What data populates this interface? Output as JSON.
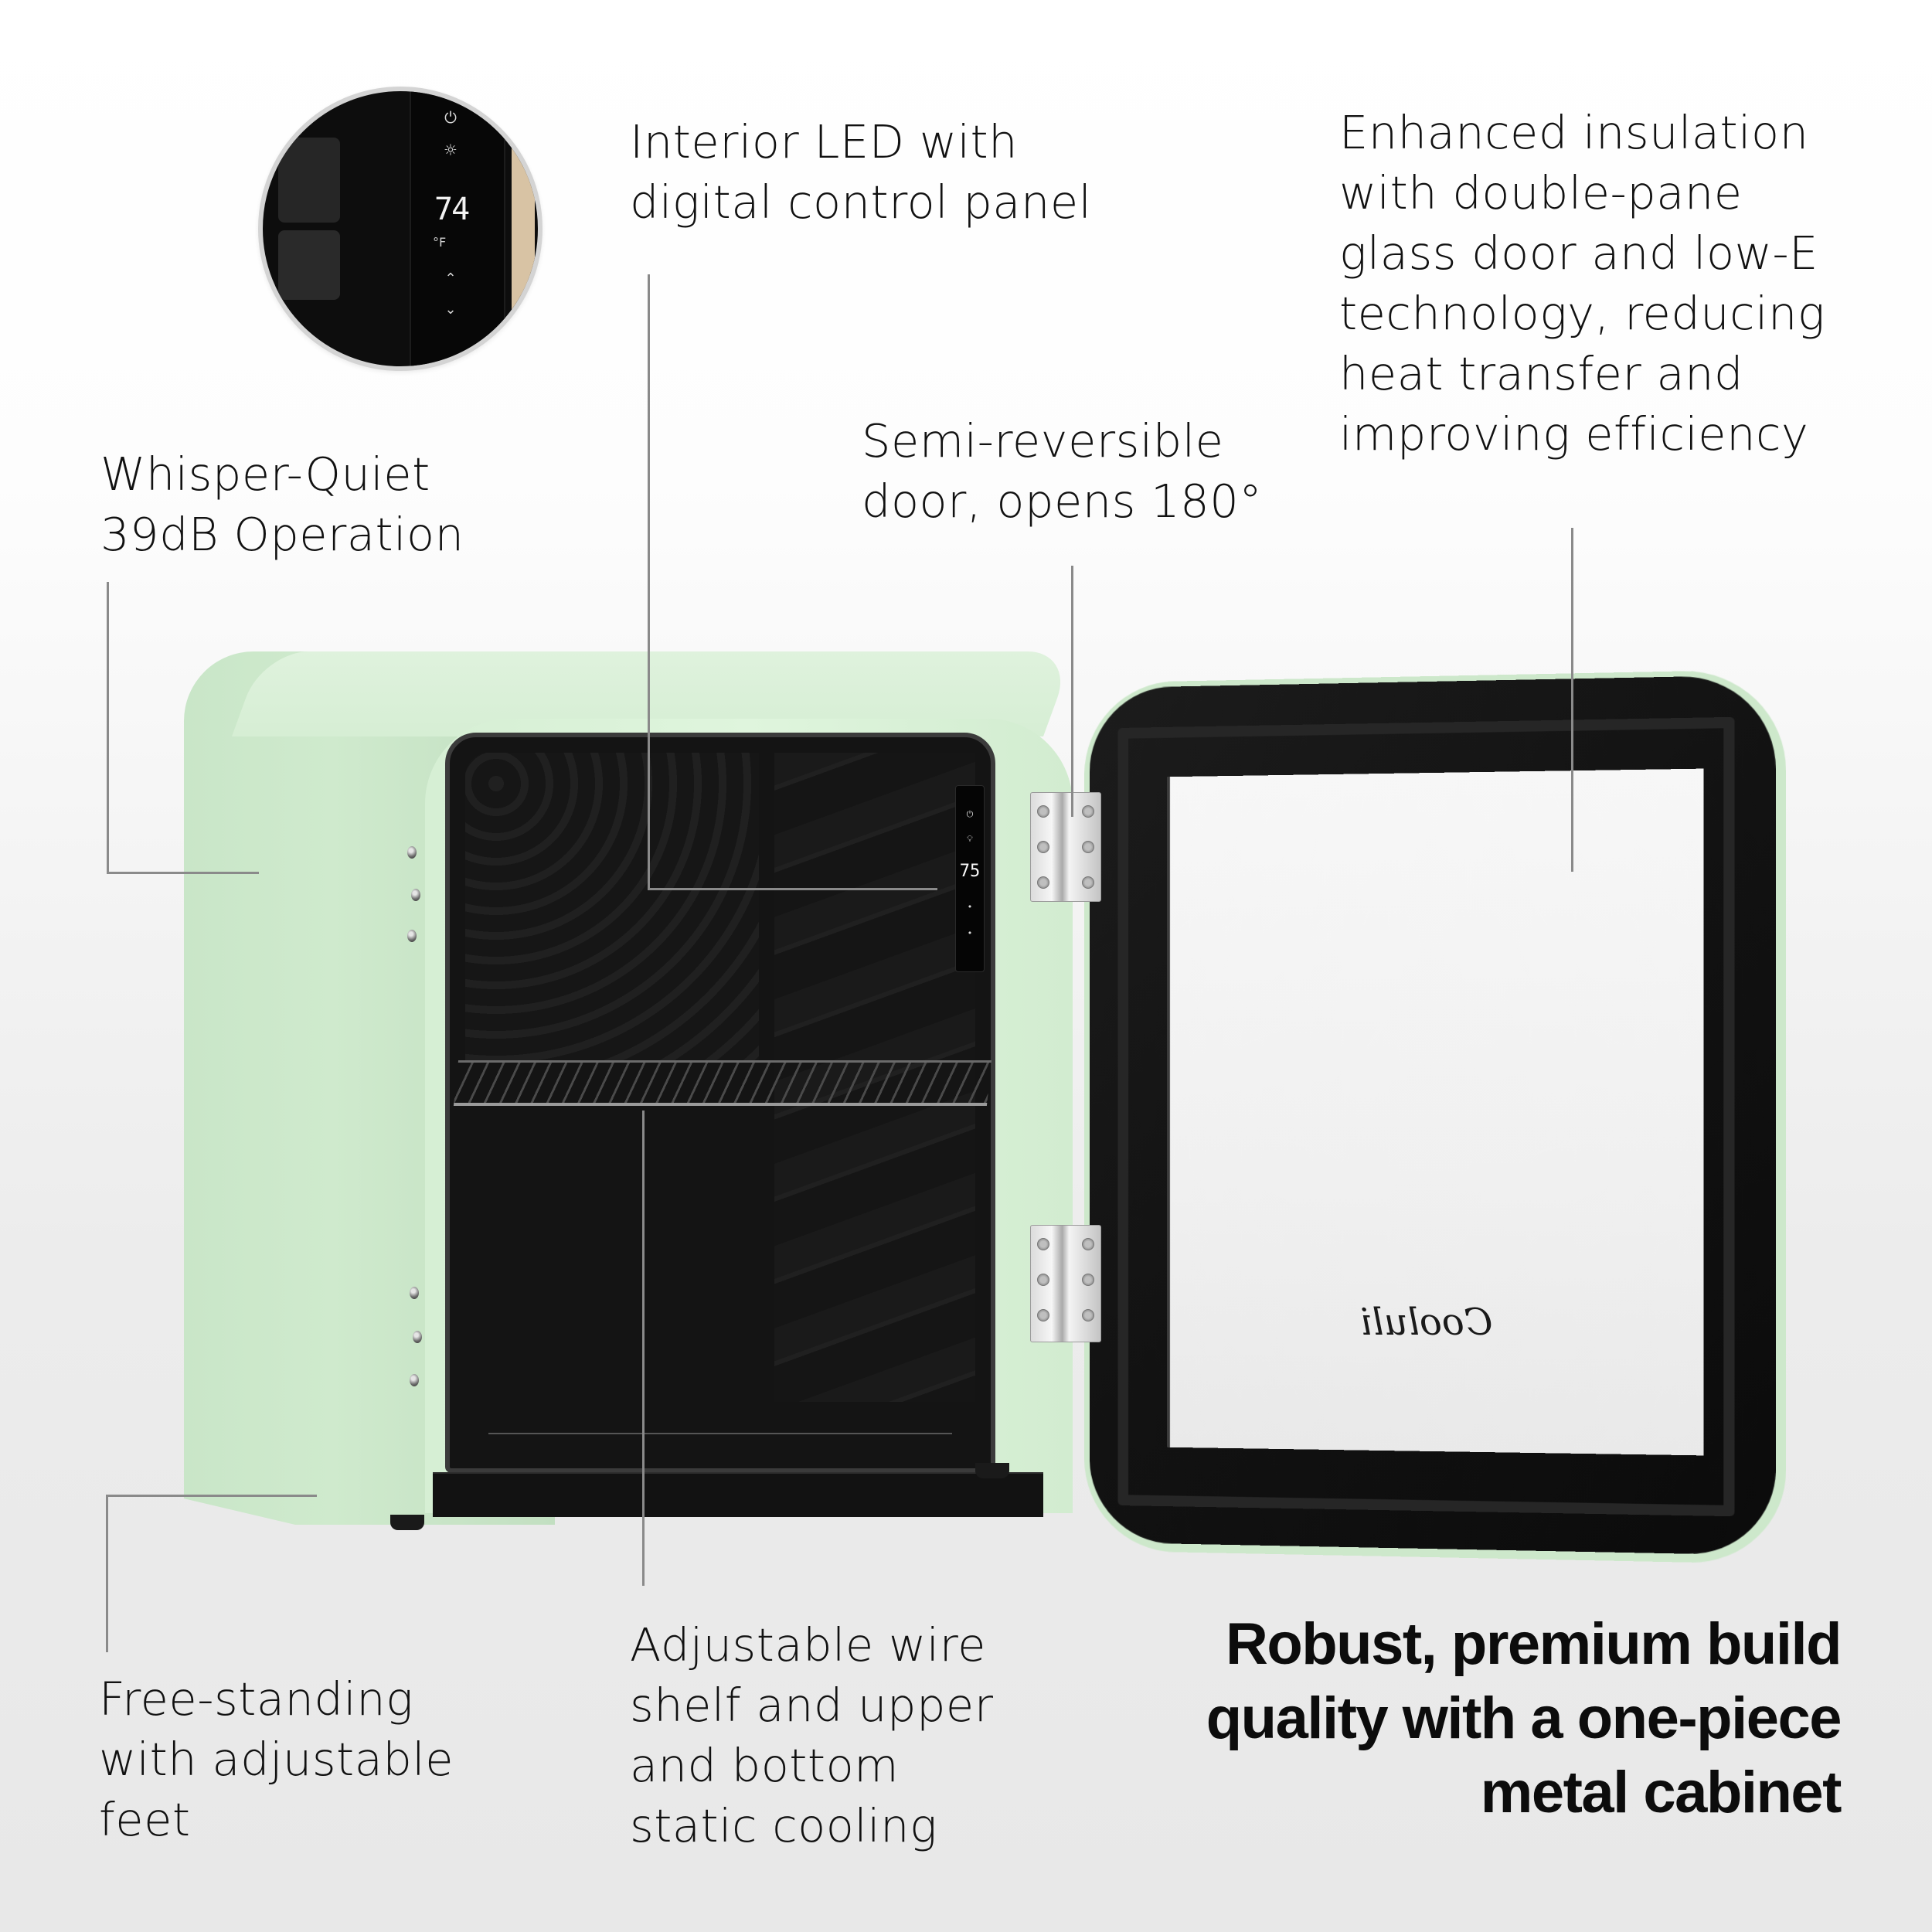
{
  "callouts": {
    "interior_led": {
      "lines": [
        "Interior LED with",
        "digital control panel"
      ]
    },
    "insulation": {
      "lines": [
        "Enhanced insulation",
        "with double-pane",
        "glass door and low-E",
        "technology, reducing",
        "heat transfer and",
        "improving efficiency"
      ]
    },
    "whisper_quiet": {
      "lines": [
        "Whisper-Quiet",
        "39dB Operation"
      ]
    },
    "reversible_door": {
      "lines": [
        "Semi-reversible",
        "door, opens 180°"
      ]
    },
    "free_standing": {
      "lines": [
        "Free-standing",
        "with adjustable",
        "feet"
      ]
    },
    "wire_shelf": {
      "lines": [
        "Adjustable wire",
        "shelf and upper",
        "and bottom",
        "static cooling"
      ]
    }
  },
  "headline": {
    "lines": [
      "Robust, premium build",
      "quality with a one-piece",
      "metal cabinet"
    ]
  },
  "control_panel_inset": {
    "power_icon": "power-icon",
    "light_icon": "lightbulb-icon",
    "temperature": "74",
    "unit": "°F",
    "up_icon": "chevron-up-icon",
    "down_icon": "chevron-down-icon"
  },
  "fridge": {
    "interior_display_temperature": "75",
    "door_logo": "Cooluli",
    "colors": {
      "body": "#cfeacd",
      "interior": "#141414",
      "door_frame": "#121212",
      "leader_line": "#8a8a8a",
      "background_top": "#ffffff",
      "background_bottom": "#e8e8e8"
    }
  }
}
